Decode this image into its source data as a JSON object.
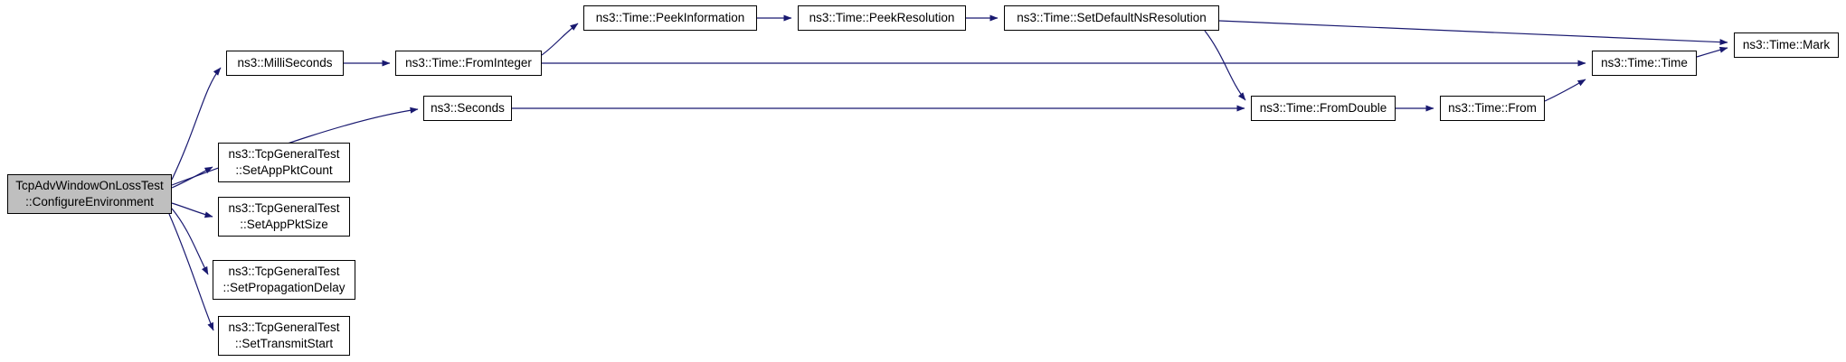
{
  "graph": {
    "kind": "doxygen-call-graph",
    "edge_color": "#191970",
    "node_border_color": "#000000",
    "node_fill": "#ffffff",
    "highlight_fill": "#bfbfbf",
    "nodes": [
      {
        "id": "cfg",
        "label": "TcpAdvWindowOnLossTest\n::ConfigureEnvironment",
        "highlighted": true
      },
      {
        "id": "milliseconds",
        "label": "ns3::MilliSeconds"
      },
      {
        "id": "from-integer",
        "label": "ns3::Time::FromInteger"
      },
      {
        "id": "peek-information",
        "label": "ns3::Time::PeekInformation"
      },
      {
        "id": "peek-resolution",
        "label": "ns3::Time::PeekResolution"
      },
      {
        "id": "set-default-ns-resolution",
        "label": "ns3::Time::SetDefaultNsResolution"
      },
      {
        "id": "mark",
        "label": "ns3::Time::Mark"
      },
      {
        "id": "time-time",
        "label": "ns3::Time::Time"
      },
      {
        "id": "seconds",
        "label": "ns3::Seconds"
      },
      {
        "id": "from-double",
        "label": "ns3::Time::FromDouble"
      },
      {
        "id": "from",
        "label": "ns3::Time::From"
      },
      {
        "id": "set-app-pkt-count",
        "label": "ns3::TcpGeneralTest\n::SetAppPktCount"
      },
      {
        "id": "set-app-pkt-size",
        "label": "ns3::TcpGeneralTest\n::SetAppPktSize"
      },
      {
        "id": "set-propagation-delay",
        "label": "ns3::TcpGeneralTest\n::SetPropagationDelay"
      },
      {
        "id": "set-transmit-start",
        "label": "ns3::TcpGeneralTest\n::SetTransmitStart"
      }
    ],
    "edges": [
      [
        "cfg",
        "milliseconds"
      ],
      [
        "cfg",
        "seconds"
      ],
      [
        "cfg",
        "set-app-pkt-count"
      ],
      [
        "cfg",
        "set-app-pkt-size"
      ],
      [
        "cfg",
        "set-propagation-delay"
      ],
      [
        "cfg",
        "set-transmit-start"
      ],
      [
        "milliseconds",
        "from-integer"
      ],
      [
        "from-integer",
        "peek-information"
      ],
      [
        "from-integer",
        "time-time"
      ],
      [
        "peek-information",
        "peek-resolution"
      ],
      [
        "peek-resolution",
        "set-default-ns-resolution"
      ],
      [
        "set-default-ns-resolution",
        "mark"
      ],
      [
        "set-default-ns-resolution",
        "from-double"
      ],
      [
        "seconds",
        "from-double"
      ],
      [
        "from-double",
        "from"
      ],
      [
        "from",
        "time-time"
      ],
      [
        "time-time",
        "mark"
      ]
    ]
  }
}
